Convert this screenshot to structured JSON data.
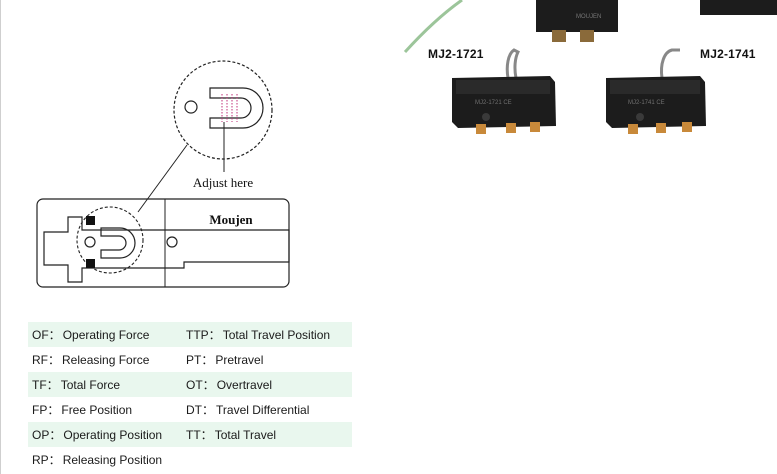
{
  "diagram": {
    "adjust_label": "Adjust here",
    "brand_label": "Moujen"
  },
  "products": [
    {
      "label": "MJ2-1721"
    },
    {
      "label": "MJ2-1741"
    }
  ],
  "legend": {
    "rows": [
      {
        "left": {
          "abbr": "OF",
          "term": "Operating Force"
        },
        "right": {
          "abbr": "TTP",
          "term": "Total Travel Position"
        },
        "shaded": true
      },
      {
        "left": {
          "abbr": "RF",
          "term": "Releasing Force"
        },
        "right": {
          "abbr": "PT",
          "term": "Pretravel"
        },
        "shaded": false
      },
      {
        "left": {
          "abbr": "TF",
          "term": "Total Force"
        },
        "right": {
          "abbr": "OT",
          "term": "Overtravel"
        },
        "shaded": true
      },
      {
        "left": {
          "abbr": "FP",
          "term": "Free Position"
        },
        "right": {
          "abbr": "DT",
          "term": "Travel Differential"
        },
        "shaded": false
      },
      {
        "left": {
          "abbr": "OP",
          "term": "Operating Position"
        },
        "right": {
          "abbr": "TT",
          "term": "Total Travel"
        },
        "shaded": true
      },
      {
        "left": {
          "abbr": "RP",
          "term": "Releasing Position"
        },
        "right": null,
        "shaded": false
      }
    ]
  },
  "colors": {
    "legend_shade": "#e9f7ee",
    "switch_body": "#1c1c1c",
    "terminal": "#c8893a",
    "adjust_marks": "#c0307a"
  }
}
